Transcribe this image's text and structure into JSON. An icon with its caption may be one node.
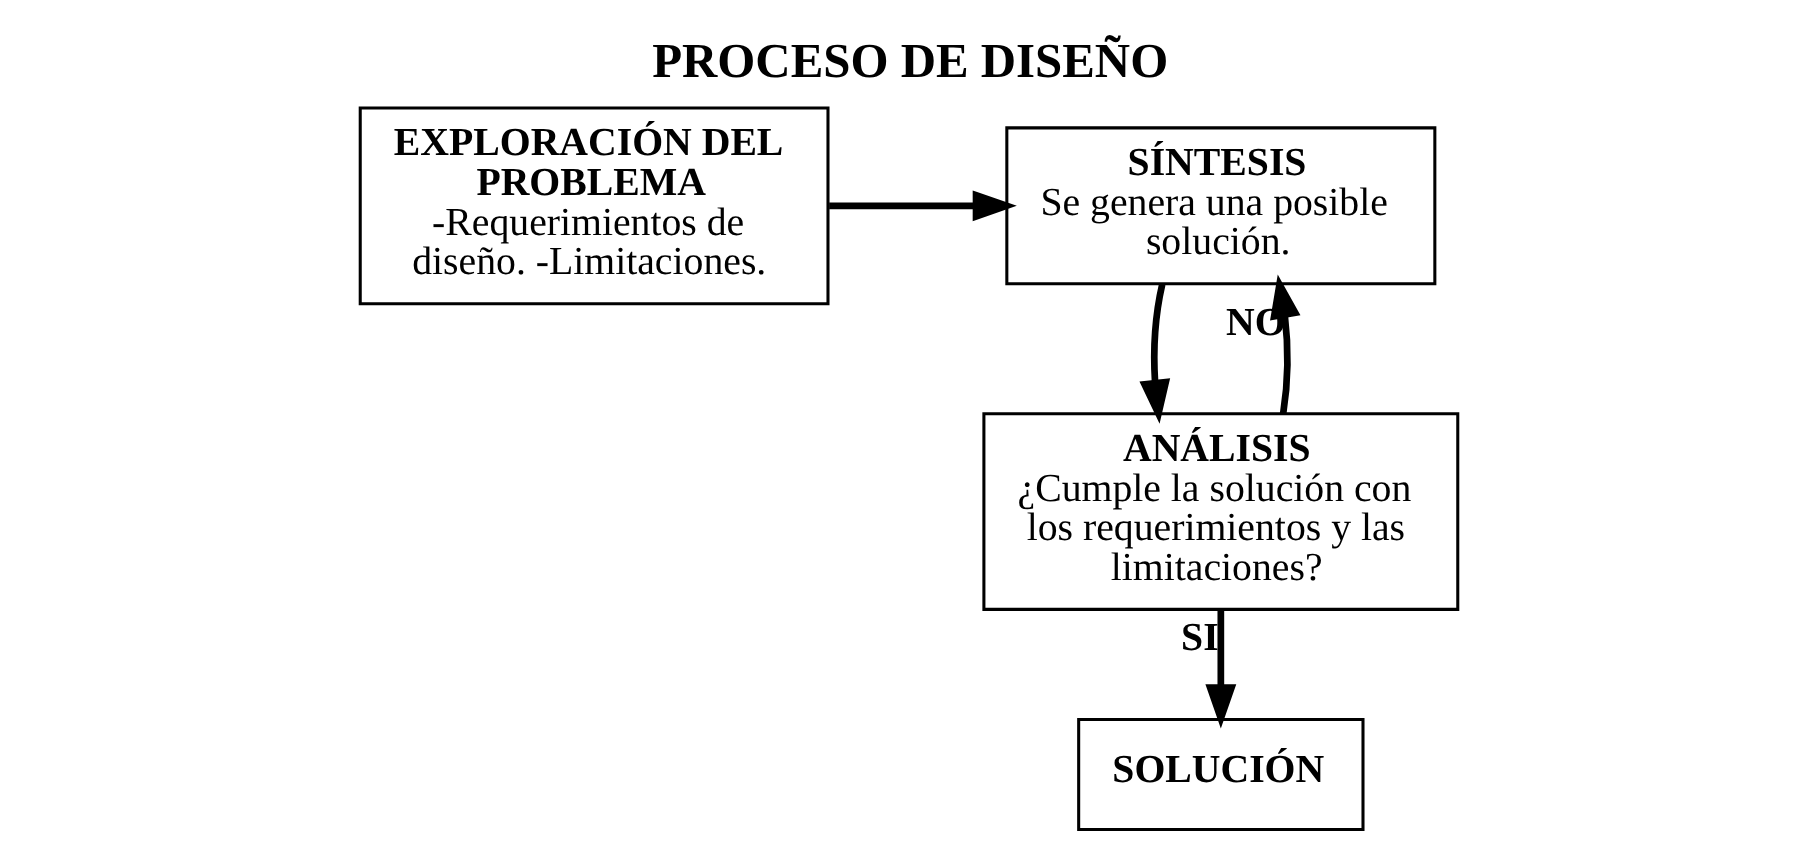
{
  "diagram": {
    "title": "PROCESO DE DISEÑO",
    "nodes": [
      {
        "text": [
          "EXPLORACIÓN DEL PROBLEMA",
          "-Requerimientos de diseño. -Limitaciones."
        ]
      },
      {
        "text": [
          "SÍNTESIS",
          "Se genera una posible solución."
        ]
      },
      {
        "text": [
          "ANÁLISIS",
          "¿Cumple la solución con los requerimientos y las limitaciones?"
        ]
      },
      {
        "text": [
          "SOLUCIÓN"
        ]
      }
    ],
    "edges": [
      {
        "from": 0,
        "to": 1,
        "arrow": "to"
      },
      {
        "from": 1,
        "to": 2,
        "arrow": "to"
      },
      {
        "from": 2,
        "to": 1,
        "arrow": "to",
        "label": "NO"
      },
      {
        "from": 2,
        "to": 3,
        "arrow": "to",
        "label": "SI"
      }
    ]
  }
}
